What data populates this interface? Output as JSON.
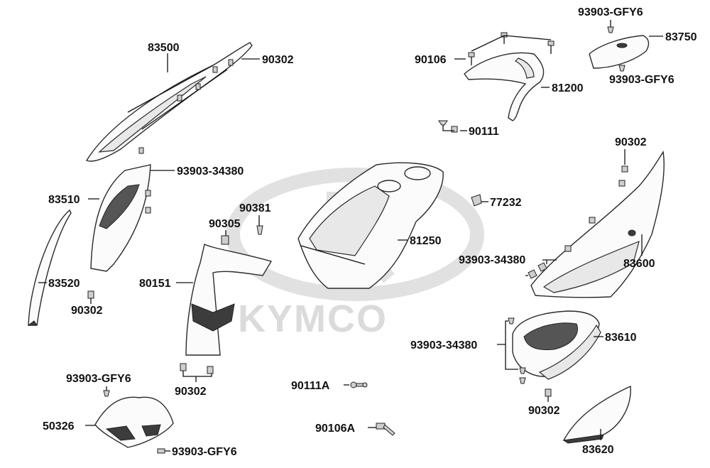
{
  "watermark": {
    "brand": "KYMCO"
  },
  "labels": {
    "p83500": "83500",
    "p90302_top": "90302",
    "p93903_34380_left": "93903-34380",
    "p83510": "83510",
    "p83520": "83520",
    "p90302_left": "90302",
    "p90381": "90381",
    "p90305": "90305",
    "p80151": "80151",
    "p90302_bottom": "90302",
    "p93903_gfy6_bl": "93903-GFY6",
    "p50326": "50326",
    "p93903_gfy6_bottom": "93903-GFY6",
    "p90111a": "90111A",
    "p90106a": "90106A",
    "p81250": "81250",
    "p90106": "90106",
    "p81200": "81200",
    "p90111": "90111",
    "p77232": "77232",
    "p93903_gfy6_tr_top": "93903-GFY6",
    "p83750": "83750",
    "p93903_gfy6_tr_bottom": "93903-GFY6",
    "p90302_right": "90302",
    "p83600": "83600",
    "p93903_34380_right_top": "93903-34380",
    "p93903_34380_right_mid": "93903-34380",
    "p83610": "83610",
    "p90302_right_bottom": "90302",
    "p83620": "83620"
  },
  "colors": {
    "watermark": "#dcdcdc",
    "line": "#111111",
    "part_fill": "#fbfbfb"
  }
}
